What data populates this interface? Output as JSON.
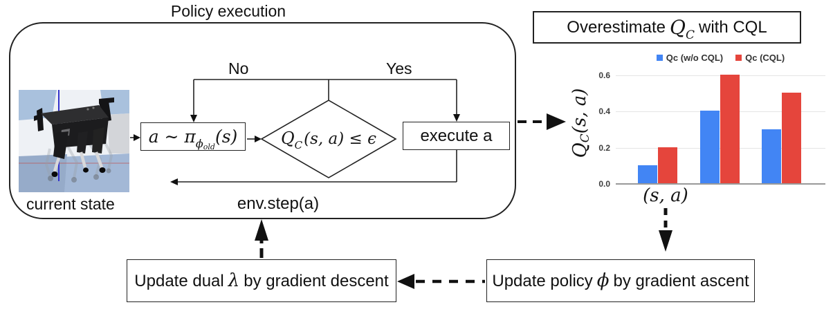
{
  "figure": {
    "title": "Policy execution"
  },
  "flowchart": {
    "no_label": "No",
    "yes_label": "Yes",
    "current_state_label": "current state",
    "env_step_label": "env.step(a)",
    "execute_label": "execute a",
    "policy_sample": {
      "prefix": "a ∼ π",
      "sub_main": "ϕ",
      "sub_sub": "old",
      "suffix": "(s)"
    },
    "condition": {
      "q": "Q",
      "q_sub": "C",
      "rest": "(s, a) ≤ ϵ"
    }
  },
  "overestimate_box": {
    "prefix": "Overestimate",
    "q": "Q",
    "q_sub": "C",
    "suffix": "with CQL"
  },
  "update_boxes": {
    "dual": {
      "prefix": "Update dual",
      "symbol": "λ",
      "suffix": "by gradient descent"
    },
    "policy": {
      "prefix": "Update policy",
      "symbol": "ϕ",
      "suffix": "by gradient ascent"
    }
  },
  "chart_labels": {
    "ylabel_q": "Q",
    "ylabel_sub": "C",
    "ylabel_rest": "(s, a)",
    "xlabel": "(s, a)"
  },
  "chart_data": {
    "type": "bar",
    "categories": [
      "",
      "",
      ""
    ],
    "series": [
      {
        "name": "Qc (w/o CQL)",
        "color": "#4285F4",
        "values": [
          0.1,
          0.4,
          0.3
        ]
      },
      {
        "name": "Qc (CQL)",
        "color": "#E5453C",
        "values": [
          0.2,
          0.6,
          0.5
        ]
      }
    ],
    "yticks": [
      "0.0",
      "0.2",
      "0.4",
      "0.6"
    ],
    "ylim": [
      0,
      0.65
    ],
    "ylabel": "Q_C(s, a)",
    "xlabel": "(s, a)",
    "grid": true,
    "legend_position": "top"
  }
}
